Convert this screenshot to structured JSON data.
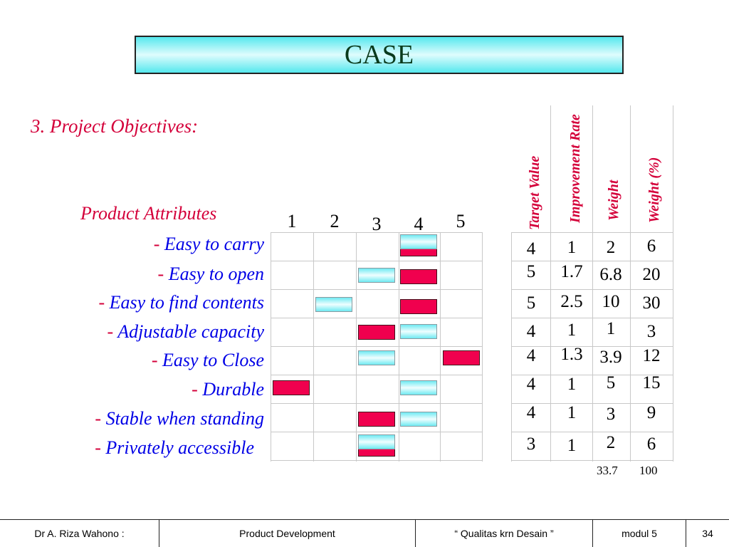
{
  "title": "CASE",
  "section": {
    "label": "3. Project Objectives:",
    "attributes_header": "Product Attributes"
  },
  "attributes": [
    {
      "label": "Easy to carry",
      "dash": "- "
    },
    {
      "label": "Easy to open",
      "dash": "- "
    },
    {
      "label": "Easy to find contents",
      "dash": "- "
    },
    {
      "label": "Adjustable capacity",
      "dash": "- "
    },
    {
      "label": "Easy to Close",
      "dash": "- "
    },
    {
      "label": "Durable",
      "dash": "- "
    },
    {
      "label": "Stable when standing",
      "dash": "- "
    },
    {
      "label": "Privately accessible",
      "dash": "- "
    }
  ],
  "scale": [
    "1",
    "2",
    "3",
    "4",
    "5"
  ],
  "ratings": {
    "legend_hint": "red = current level, cyan = target",
    "rows": [
      {
        "current": 4,
        "target": 4
      },
      {
        "current": 4,
        "target": 3
      },
      {
        "current": 4,
        "target": 2
      },
      {
        "current": 3,
        "target": 4
      },
      {
        "current": 5,
        "target": 3
      },
      {
        "current": 1,
        "target": 4
      },
      {
        "current": 3,
        "target": 4
      },
      {
        "current": 3,
        "target": 3
      }
    ]
  },
  "table": {
    "headers": [
      "Target Value",
      "Improvement Rate",
      "Weight",
      "Weight (%)"
    ],
    "rows": [
      [
        "4",
        "1",
        "2",
        "6"
      ],
      [
        "5",
        "1.7",
        "6.8",
        "20"
      ],
      [
        "5",
        "2.5",
        "10",
        "30"
      ],
      [
        "4",
        "1",
        "1",
        "3"
      ],
      [
        "4",
        "1.3",
        "3.9",
        "12"
      ],
      [
        "4",
        "1",
        "5",
        "15"
      ],
      [
        "4",
        "1",
        "3",
        "9"
      ],
      [
        "3",
        "1",
        "2",
        "6"
      ]
    ],
    "totals": {
      "weight": "33.7",
      "weight_pct": "100"
    }
  },
  "colors": {
    "title_text": "#0a3a1c",
    "accent_red": "#d4003a",
    "attribute_blue": "#0000e6",
    "mark_red": "#f0004e",
    "mark_cyan": "#6feaf2"
  },
  "footer": {
    "author": "Dr A. Riza Wahono :",
    "course": "Product Development",
    "topic": "“ Qualitas krn Desain ”",
    "module": "modul 5",
    "page": "34"
  }
}
